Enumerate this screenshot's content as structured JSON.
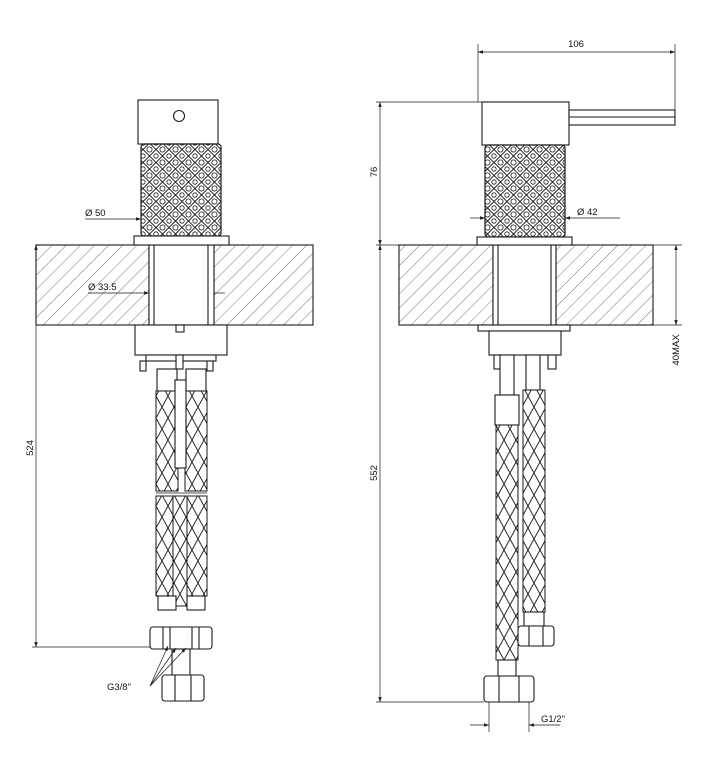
{
  "dimensions": {
    "left_diameter_top": "Ø 50",
    "left_diameter_shank": "Ø 33.5",
    "left_height": "524",
    "left_connection": "G3/8\"",
    "right_width": "106",
    "right_height_top": "76",
    "right_diameter": "Ø 42",
    "right_height": "552",
    "right_max_thickness": "40MAX",
    "right_connection": "G1/2\""
  },
  "colors": {
    "line": "#1a1a1a",
    "background": "#ffffff"
  }
}
